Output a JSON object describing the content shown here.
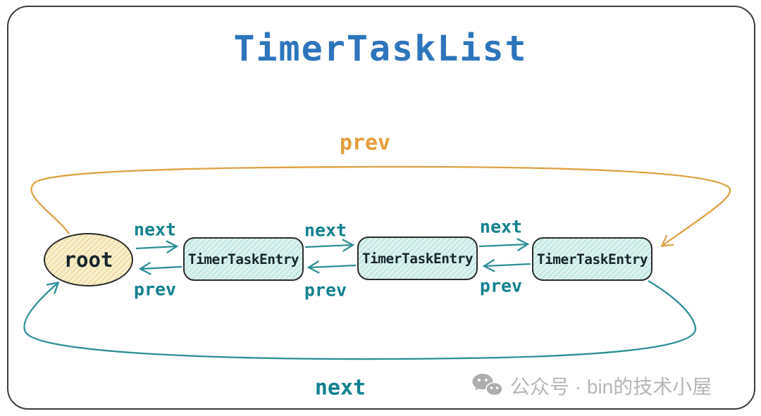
{
  "title": "TimerTaskList",
  "nodes": {
    "root": "root",
    "entries": [
      "TimerTaskEntry",
      "TimerTaskEntry",
      "TimerTaskEntry"
    ]
  },
  "edges": {
    "pairs": [
      {
        "next": "next",
        "prev": "prev"
      },
      {
        "next": "next",
        "prev": "prev"
      },
      {
        "next": "next",
        "prev": "prev"
      }
    ],
    "outer": {
      "prev": "prev",
      "next": "next"
    }
  },
  "watermark": {
    "icon": "wechat-icon",
    "text": "公众号 · bin的技术小屋"
  },
  "colors": {
    "title_blue": "#2d75bb",
    "teal_label": "#12818e",
    "teal_stroke": "#2e8e97",
    "orange_label": "#e39d3c",
    "orange_stroke": "#dda143",
    "node_outline": "#2b2b2b",
    "entry_fill": "#ddf1ef",
    "root_fill": "#f8f0cb",
    "watermark_gray": "#b6b6b6",
    "border_gray": "#3c3c3c"
  }
}
